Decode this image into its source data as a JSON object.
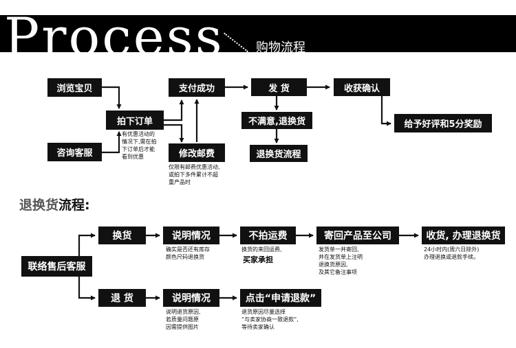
{
  "header": {
    "brand": "Process",
    "subtitle": "购物流程"
  },
  "flow1": {
    "browse": "浏览宝贝",
    "consult": "咨询客服",
    "order": "拍下订单",
    "order_note": [
      "有优惠活动的",
      "情况下,需在拍",
      "下订单后才能",
      "看到优惠"
    ],
    "paid": "支付成功",
    "edit_fee": "修改邮费",
    "edit_fee_note": [
      "仅限有邮费优惠活动,",
      "或拍下多件累计不超",
      "重产品时"
    ],
    "ship": "发 货",
    "unsatisfied": "不满意,退换货",
    "return_flow": "退换货流程",
    "confirm": "收获确认",
    "review": "给予好评和5分奖励"
  },
  "section": {
    "title_light": "退换货",
    "title_dark": "流程:"
  },
  "flow2": {
    "contact": "联络售后客服",
    "exchange": "换货",
    "explain1": "说明情况",
    "explain1_note": [
      "确实是否还有库存",
      "颜色尺码退换货"
    ],
    "no_cod": "不拍运费",
    "no_cod_note": [
      "换货的来回运费,"
    ],
    "stamp": "买家承担",
    "send_back": "寄回产品至公司",
    "send_back_note": [
      "发货单一并寄回,",
      "并在发货单上注明",
      "退换货原因,",
      "及其它备注事项"
    ],
    "receive": "收货, 办理退换货",
    "receive_note": [
      "24小时内(周六日除外)",
      "办理退换或退款手续。"
    ],
    "refund": "退 货",
    "explain2": "说明情况",
    "explain2_note": [
      "说明退货原因,",
      "若质量问题原",
      "因需提供图片"
    ],
    "apply": "点击“申请退款”",
    "apply_note": [
      "退货原因尽量选择",
      "“与卖家协商一致退款”,",
      "等待卖家确认"
    ]
  }
}
